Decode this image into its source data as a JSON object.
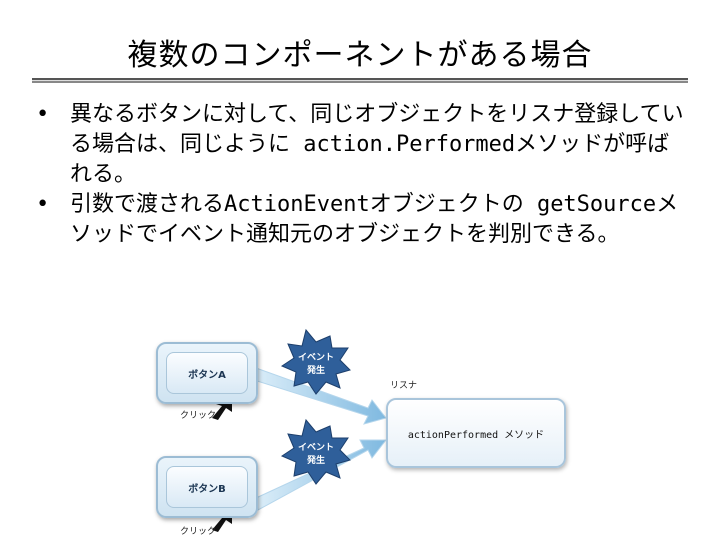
{
  "slide": {
    "title": "複数のコンポーネントがある場合",
    "bullets": [
      "異なるボタンに対して、同じオブジェクトをリスナ登録している場合は、同じように action.Performedメソッドが呼ばれる。",
      "引数で渡されるActionEventオブジェクトの getSourceメソッドでイベント通知元のオブジェクトを判別できる。"
    ]
  },
  "diagram": {
    "button_a": "ボタンA",
    "button_b": "ボタンB",
    "event_label_line1": "イベント",
    "event_label_line2": "発生",
    "click_label": "クリック",
    "listener_label": "リスナ",
    "method_label": "actionPerformed メソッド"
  },
  "colors": {
    "burst": "#2f5f9a",
    "arrow": "#8ec2e4",
    "box_border": "#9cbcd4"
  }
}
